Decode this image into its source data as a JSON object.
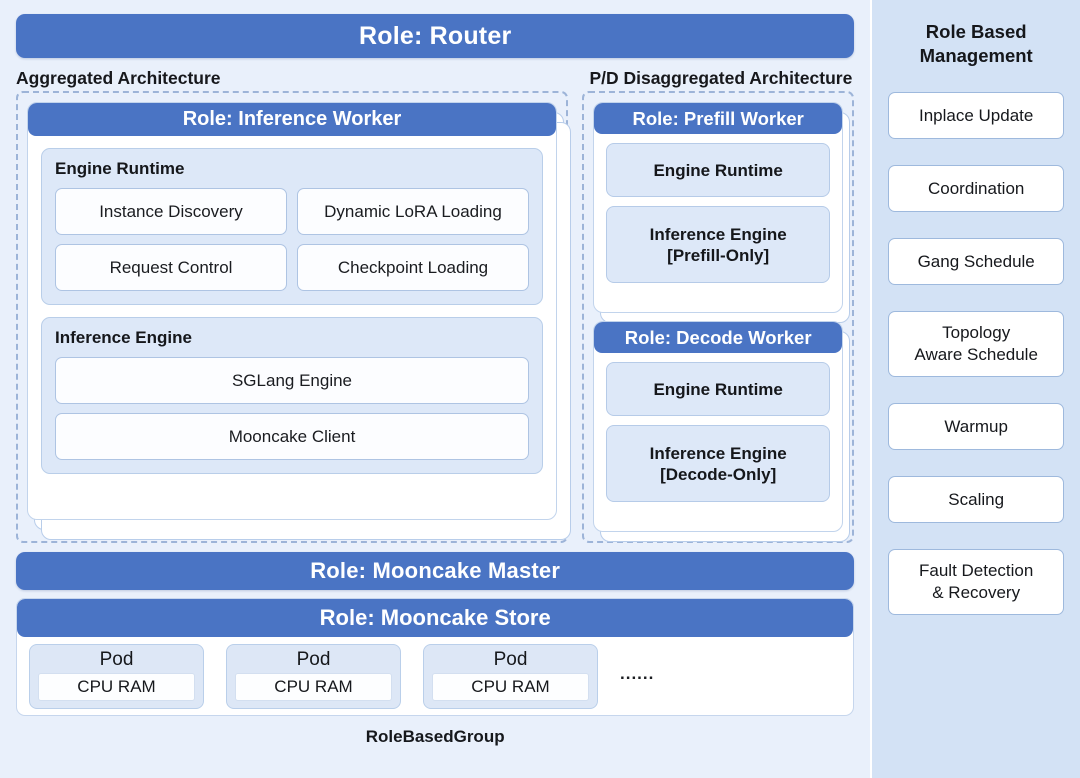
{
  "router": {
    "label": "Role: Router"
  },
  "captions": {
    "aggregated": "Aggregated Architecture",
    "pd": "P/D Disaggregated Architecture"
  },
  "aggregated": {
    "worker": {
      "header": "Role: Inference Worker",
      "engine_runtime": {
        "title": "Engine Runtime",
        "tiles": [
          "Instance Discovery",
          "Dynamic LoRA Loading",
          "Request Control",
          "Checkpoint Loading"
        ]
      },
      "inference_engine": {
        "title": "Inference Engine",
        "tiles": [
          "SGLang Engine",
          "Mooncake Client"
        ]
      }
    }
  },
  "pd": {
    "prefill": {
      "header": "Role: Prefill Worker",
      "tiles": [
        "Engine Runtime",
        "Inference Engine\n[Prefill-Only]"
      ]
    },
    "decode": {
      "header": "Role: Decode Worker",
      "tiles": [
        "Engine Runtime",
        "Inference Engine\n[Decode-Only]"
      ]
    }
  },
  "mooncake_master": {
    "label": "Role: Mooncake Master"
  },
  "mooncake_store": {
    "header": "Role: Mooncake Store",
    "pods": [
      {
        "name": "Pod",
        "resource": "CPU RAM"
      },
      {
        "name": "Pod",
        "resource": "CPU RAM"
      },
      {
        "name": "Pod",
        "resource": "CPU RAM"
      }
    ],
    "ellipsis": "......"
  },
  "footer": {
    "label": "RoleBasedGroup"
  },
  "sidebar": {
    "title": "Role Based\nManagement",
    "items": [
      {
        "label": "Inplace Update",
        "lines": 1
      },
      {
        "label": "Coordination",
        "lines": 1
      },
      {
        "label": "Gang Schedule",
        "lines": 1
      },
      {
        "label": "Topology\nAware Schedule",
        "lines": 2
      },
      {
        "label": "Warmup",
        "lines": 1
      },
      {
        "label": "Scaling",
        "lines": 1
      },
      {
        "label": "Fault Detection\n& Recovery",
        "lines": 2
      }
    ]
  },
  "colors": {
    "role_bar": "#4a74c4",
    "panel_bg": "#e9f0fb",
    "sidebar_bg": "#d3e2f5",
    "group_fill": "#dde8f8",
    "dashed_border": "#9db4d8"
  }
}
